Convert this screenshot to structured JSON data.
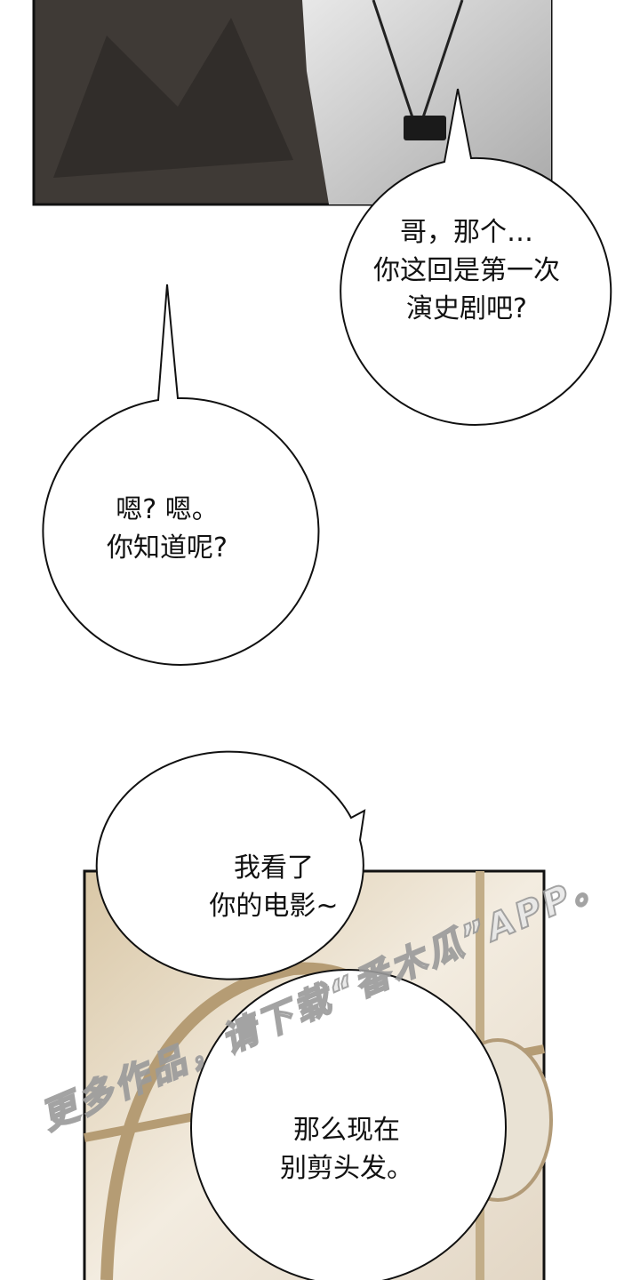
{
  "bubbles": [
    {
      "lines": [
        "哥，那个…",
        "你这回是第一次",
        "演史剧吧?"
      ]
    },
    {
      "lines": [
        "嗯? 嗯。",
        "你知道呢?"
      ]
    },
    {
      "lines": [
        "我看了",
        "你的电影~"
      ]
    },
    {
      "lines": [
        "那么现在",
        "别剪头发。"
      ]
    }
  ],
  "watermark": "更多作品，请下载“番木瓜”APP。"
}
